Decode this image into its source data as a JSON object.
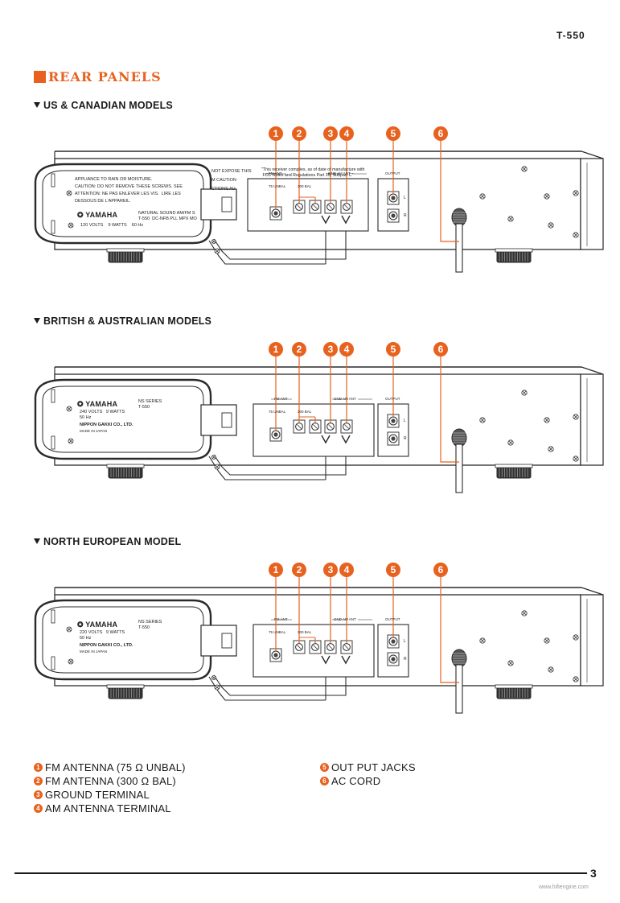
{
  "header": {
    "model": "T-550",
    "page_number": "3"
  },
  "brand_color": "#e8621f",
  "title": "REAR PANELS",
  "callout_numbers": [
    "1",
    "2",
    "3",
    "4",
    "5",
    "6"
  ],
  "sections": [
    {
      "label": "US & CANADIAN MODELS",
      "cover_text": {
        "line1": "APPLIANCE TO RAIN OR MOISTURE.",
        "line2": "CAUTION: DO NOT REMOVE THESE SCREWS. SEE",
        "line3": "ATTENTION: NE PAS ENLEVER LES VIS.  LIRE LES",
        "line4": "DESSOUS DE L'APPAREIL.",
        "logo": "YAMAHA",
        "rating1": "NATURAL SOUND AM/FM S",
        "rating2": "T-550  DC-NFB PLL MPX MO",
        "rating3": "120 VOLTS    9 WATTS    60 Hz",
        "edge1": "NOT EXPOSE THIS",
        "edge2": "M CAUTION",
        "edge3": "CTIONS AU",
        "notice": "\"This receiver complies, as of date of manufacture with\n FCC Rules and Regulations Part 15, Subpart C\""
      }
    },
    {
      "label": "BRITISH & AUSTRALIAN MODELS",
      "cover_text": {
        "logo": "YAMAHA",
        "series": "NS SERIES",
        "model": "T-550",
        "rating1": "240 VOLTS   9 WATTS",
        "rating2": "50 Hz",
        "maker": "NIPPON GAKKI CO., LTD.",
        "origin": "MADE IN JAPAN"
      }
    },
    {
      "label": "NORTH EUROPEAN MODEL",
      "cover_text": {
        "logo": "YAMAHA",
        "series": "NS SERIES",
        "model": "T-550",
        "rating1": "220 VOLTS   9 WATTS",
        "rating2": "50 Hz",
        "maker": "NIPPON GAKKI CO., LTD.",
        "origin": "MADE IN JAPAN"
      }
    }
  ],
  "panel_labels": {
    "fm_ant": "FM ANT",
    "gnd_am_ant": "GND  AM ANT",
    "output": "OUTPUT",
    "unbal": "75  UNBAL",
    "bal": "300  BAL",
    "l": "L",
    "r": "R"
  },
  "legend": {
    "left": [
      {
        "num": "1",
        "text": "FM ANTENNA (75 Ω UNBAL)"
      },
      {
        "num": "2",
        "text": "FM ANTENNA (300 Ω BAL)"
      },
      {
        "num": "3",
        "text": "GROUND TERMINAL"
      },
      {
        "num": "4",
        "text": "AM ANTENNA TERMINAL"
      }
    ],
    "right": [
      {
        "num": "5",
        "text": "OUT PUT JACKS"
      },
      {
        "num": "6",
        "text": "AC CORD"
      }
    ]
  },
  "watermark": "www.hifiengine.com"
}
